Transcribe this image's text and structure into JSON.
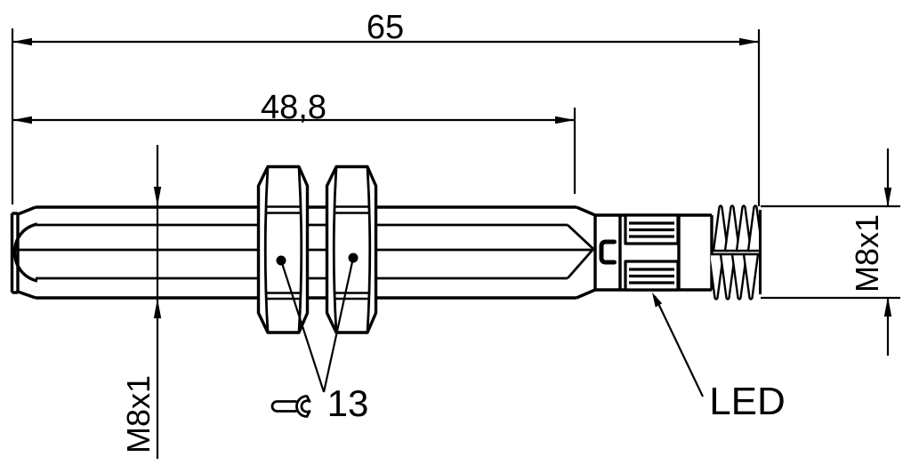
{
  "drawing": {
    "type": "technical-dimension-drawing",
    "subject": "M8 cylindrical threaded sensor, side view",
    "colors": {
      "line": "#000000",
      "background": "#ffffff"
    },
    "labels": {
      "overall_length": "65",
      "threaded_length": "48,8",
      "thread_size_left": "M8x1",
      "thread_size_right": "M8x1",
      "wrench_size": "13",
      "led": "LED"
    }
  }
}
